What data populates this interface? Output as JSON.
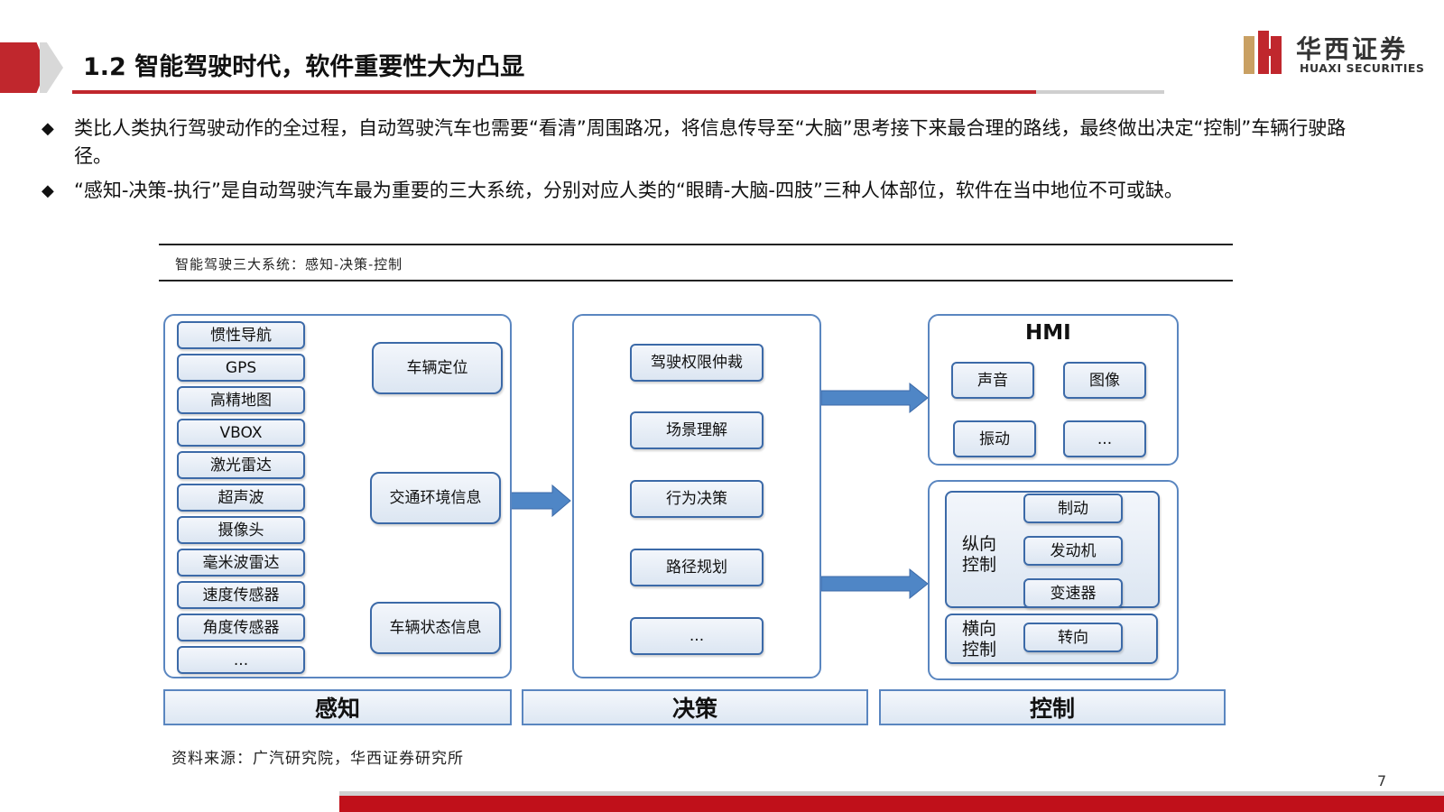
{
  "header": {
    "title": "1.2 智能驾驶时代，软件重要性大为凸显",
    "logo_cn": "华西证券",
    "logo_en": "HUAXI SECURITIES"
  },
  "bullets": [
    "类比人类执行驾驶动作的全过程，自动驾驶汽车也需要“看清”周围路况，将信息传导至“大脑”思考接下来最合理的路线，最终做出决定“控制”车辆行驶路径。",
    "“感知-决策-执行”是自动驾驶汽车最为重要的三大系统，分别对应人类的“眼睛-大脑-四肢”三种人体部位，软件在当中地位不可或缺。"
  ],
  "figure": {
    "caption": "智能驾驶三大系统：感知-决策-控制",
    "source": "资料来源：广汽研究院，华西证券研究所"
  },
  "perception": {
    "sensors": [
      "惯性导航",
      "GPS",
      "高精地图",
      "VBOX",
      "激光雷达",
      "超声波",
      "摄像头",
      "毫米波雷达",
      "速度传感器",
      "角度传感器",
      "..."
    ],
    "outputs": [
      "车辆定位",
      "交通环境信息",
      "车辆状态信息"
    ],
    "bar_label": "感知"
  },
  "decision": {
    "items": [
      "驾驶权限仲裁",
      "场景理解",
      "行为决策",
      "路径规划",
      "..."
    ],
    "bar_label": "决策"
  },
  "control": {
    "hmi": {
      "title": "HMI",
      "items": [
        "声音",
        "图像",
        "振动",
        "..."
      ]
    },
    "longitudinal": {
      "label": "纵向控制",
      "items": [
        "制动",
        "发动机",
        "变速器"
      ]
    },
    "lateral": {
      "label": "横向控制",
      "items": [
        "转向"
      ]
    },
    "bar_label": "控制"
  },
  "footer": {
    "page": "7"
  },
  "colors": {
    "brand_red": "#c0272d",
    "node_border": "#3c6aa8",
    "arrow_blue": "#4f86c6"
  }
}
